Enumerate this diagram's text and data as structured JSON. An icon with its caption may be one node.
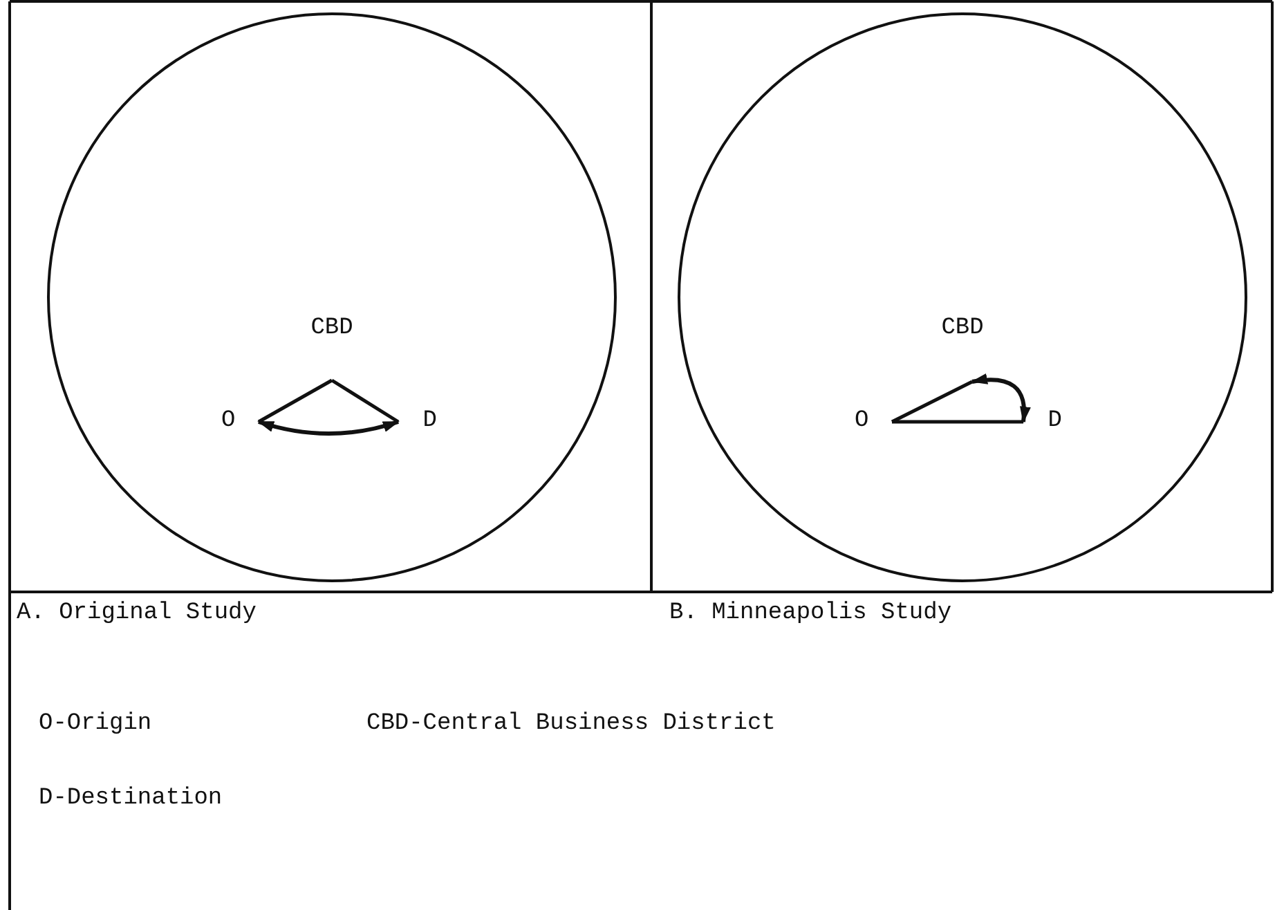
{
  "diagram": {
    "nodes": [
      {
        "text": [
          "CBD"
        ]
      },
      {
        "text": [
          "O"
        ]
      },
      {
        "text": [
          "D"
        ]
      },
      {
        "text": [
          "CBD"
        ]
      },
      {
        "text": [
          "O"
        ]
      },
      {
        "text": [
          "D"
        ]
      }
    ],
    "edges": [
      {
        "from": 0,
        "to": 1,
        "arrow": "none"
      },
      {
        "from": 0,
        "to": 2,
        "arrow": "none"
      },
      {
        "from": 1,
        "to": 2,
        "arrow": "both"
      },
      {
        "from": 3,
        "to": 4,
        "arrow": "none"
      },
      {
        "from": 4,
        "to": 5,
        "arrow": "none"
      },
      {
        "from": 3,
        "to": 5,
        "arrow": "both"
      }
    ],
    "labels": [
      "A. Original Study",
      "B. Minneapolis Study",
      "O-Origin",
      "CBD-Central Business District",
      "D-Destination"
    ]
  }
}
